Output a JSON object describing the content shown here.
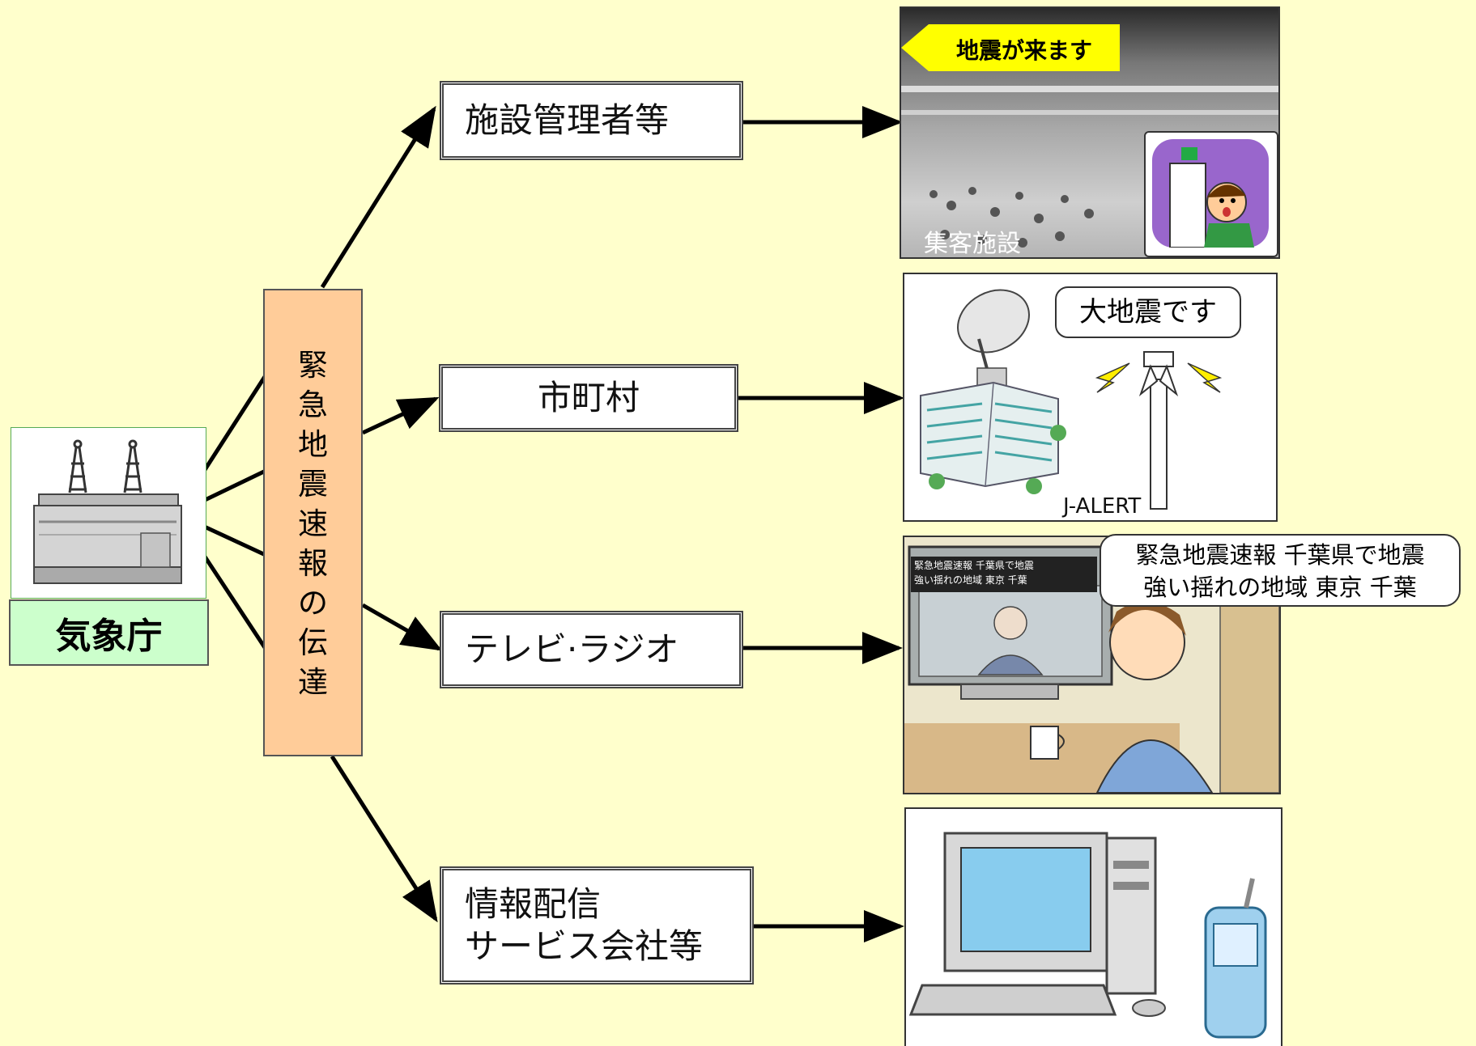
{
  "source": {
    "label": "気象庁"
  },
  "transmission": {
    "label": "緊急地震速報の伝達"
  },
  "recipients": [
    {
      "lines": [
        "施設管理者等"
      ]
    },
    {
      "lines": [
        "市町村"
      ]
    },
    {
      "lines": [
        "テレビ·ラジオ"
      ]
    },
    {
      "lines": [
        "情報配信",
        "サービス会社等"
      ]
    }
  ],
  "facility": {
    "banner": "地震が来ます",
    "caption": "集客施設"
  },
  "municipal": {
    "bubble": "大地震です",
    "caption": "J-ALERT"
  },
  "tv": {
    "bubble_line1": "緊急地震速報 千葉県で地震",
    "bubble_line2": "強い揺れの地域 東京 千葉",
    "ticker_line1": "緊急地震速報 千葉県で地震",
    "ticker_line2": "強い揺れの地域 東京 千葉"
  },
  "colors": {
    "background": "#ffffcc",
    "source_label_bg": "#ccffcc",
    "transmission_bg": "#ffcc99"
  }
}
